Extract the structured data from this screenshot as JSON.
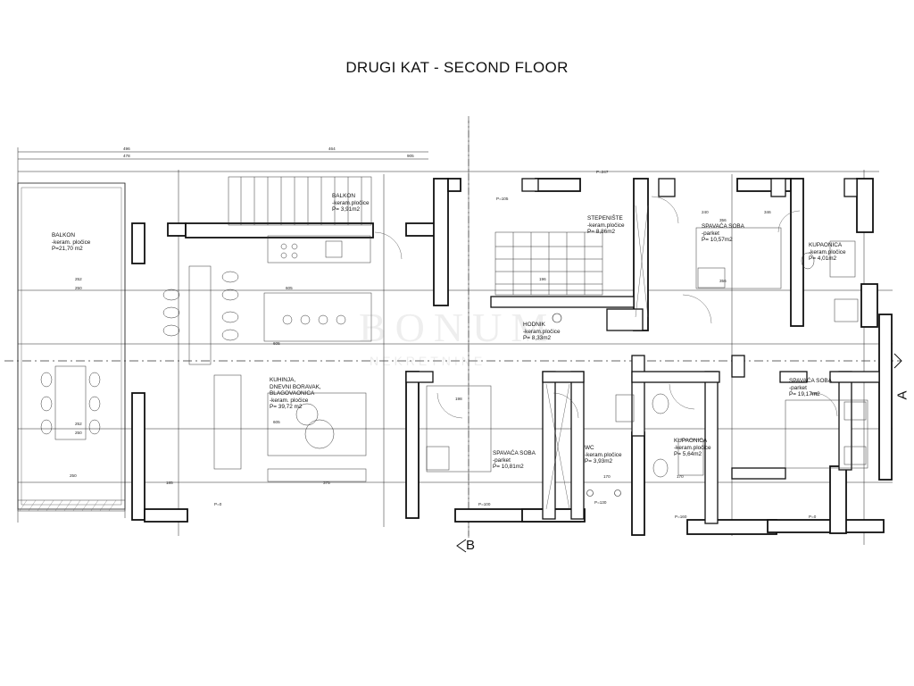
{
  "title": "DRUGI KAT - SECOND FLOOR",
  "watermark": {
    "main": "BONUM",
    "sub": "NEKRETNINE"
  },
  "section_markers": {
    "a": "A",
    "b": "B"
  },
  "rooms": [
    {
      "id": "balkon-west",
      "lines": [
        "BALKON",
        "-keram. pločice",
        "P=21,70 m2"
      ]
    },
    {
      "id": "balkon-north",
      "lines": [
        "BALKON",
        "-keram.pločice",
        "P= 3,91m2"
      ]
    },
    {
      "id": "stepeniste",
      "lines": [
        "STEPENIŠTE",
        "-keram.pločice",
        "P= 8,86m2"
      ]
    },
    {
      "id": "spavaca-1",
      "lines": [
        "SPAVAĆA SOBA",
        "-parket",
        "P= 10,57m2"
      ]
    },
    {
      "id": "kupaonica-1",
      "lines": [
        "KUPAONICA",
        "-keram.pločice",
        "P= 4,01m2"
      ]
    },
    {
      "id": "hodnik",
      "lines": [
        "HODNIK",
        "-keram.pločice",
        "P= 8,33m2"
      ]
    },
    {
      "id": "kuhinja",
      "lines": [
        "KUHINJA,",
        "DNEVNI BORAVAK,",
        "BLAGOVAONICA",
        "-keram. pločice",
        "P= 39,72 m2"
      ]
    },
    {
      "id": "spavaca-2",
      "lines": [
        "SPAVAĆA SOBA",
        "-parket",
        "P= 10,81m2"
      ]
    },
    {
      "id": "wc",
      "lines": [
        "WC",
        "-keram.pločice",
        "P= 3,93m2"
      ]
    },
    {
      "id": "kupaonica-2",
      "lines": [
        "KUPAONICA",
        "-keram.pločice",
        "P= 5,64m2"
      ]
    },
    {
      "id": "spavaca-3",
      "lines": [
        "SPAVAĆA SOBA",
        "-parket",
        "P= 19,17m2"
      ]
    }
  ],
  "dimensions": {
    "top_1": "496",
    "top_2": "464",
    "top_3": "478",
    "top_4": "905",
    "d_252a": "252",
    "d_250a": "250",
    "d_605a": "605",
    "d_252b": "252",
    "d_250b": "250",
    "d_605b": "605",
    "d_605c": "605",
    "d_250c": "250",
    "d_375": "375",
    "d_185": "185",
    "d_356a": "356",
    "d_356b": "356",
    "d_340": "340",
    "d_198": "198",
    "d_170a": "170",
    "d_170b": "170",
    "d_346": "346",
    "d_240": "240",
    "d_196": "196",
    "d_p100": "P=100",
    "d_p0a": "P=0",
    "d_p0b": "P=0",
    "d_p160": "P=160",
    "d_p105": "P=105",
    "d_p130": "P=130",
    "d_p247": "P=247"
  }
}
